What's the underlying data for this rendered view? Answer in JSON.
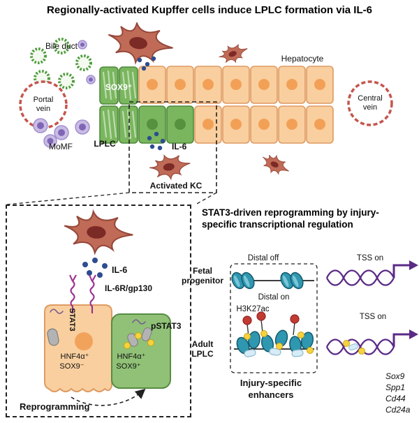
{
  "title": "Regionally-activated Kupffer cells induce LPLC formation via IL-6",
  "colors": {
    "hepatocyte_fill": "#f9cf9f",
    "hepatocyte_nucleus": "#f3a057",
    "lplc_green": "#7ab65e",
    "kupffer_red": "#c06b57",
    "il6_blue": "#2e4d8f",
    "momf_purple": "#c9bce4",
    "vein_red": "#c4564e",
    "bile_duct_green": "#4f9c3e",
    "nucleosome_teal": "#2f97b0",
    "dna_purple": "#5b2a86",
    "h3k27ac_red": "#c13b33",
    "acetyl_yellow": "#f6d23e",
    "receptor_purple": "#993090"
  },
  "top": {
    "bile_duct": "Bile duct",
    "portal_vein_1": "Portal",
    "portal_vein_2": "vein",
    "momf": "MoMF",
    "sox9_plus": "SOX9⁺",
    "lplc": "LPLC",
    "hepatocyte": "Hepatocyte",
    "central_vein_1": "Central",
    "central_vein_2": "vein",
    "il6": "IL-6",
    "activated_kc": "Activated KC"
  },
  "reprogramming_panel": {
    "il6": "IL-6",
    "receptor": "IL-6R/gp130",
    "stat3": "STAT3",
    "hnf4a_pos": "HNF4α⁺",
    "sox9_neg": "SOX9⁻",
    "hnf4a_pos2": "HNF4α⁺",
    "sox9_pos": "SOX9⁺",
    "pstat3": "pSTAT3",
    "caption": "Reprogramming"
  },
  "epigenetic_panel": {
    "title_line1": "STAT3-driven reprogramming by injury-",
    "title_line2": "specific transcriptional regulation",
    "fetal_1": "Fetal",
    "fetal_2": "progenitor",
    "adult_1": "Adult",
    "adult_2": "LPLC",
    "distal_off": "Distal off",
    "distal_on": "Distal on",
    "h3k27ac": "H3K27ac",
    "tss_on_fetal": "TSS on",
    "tss_on_adult": "TSS on",
    "caption_1": "Injury-specific",
    "caption_2": "enhancers",
    "genes": [
      "Sox9",
      "Spp1",
      "Cd44",
      "Cd24a"
    ]
  }
}
